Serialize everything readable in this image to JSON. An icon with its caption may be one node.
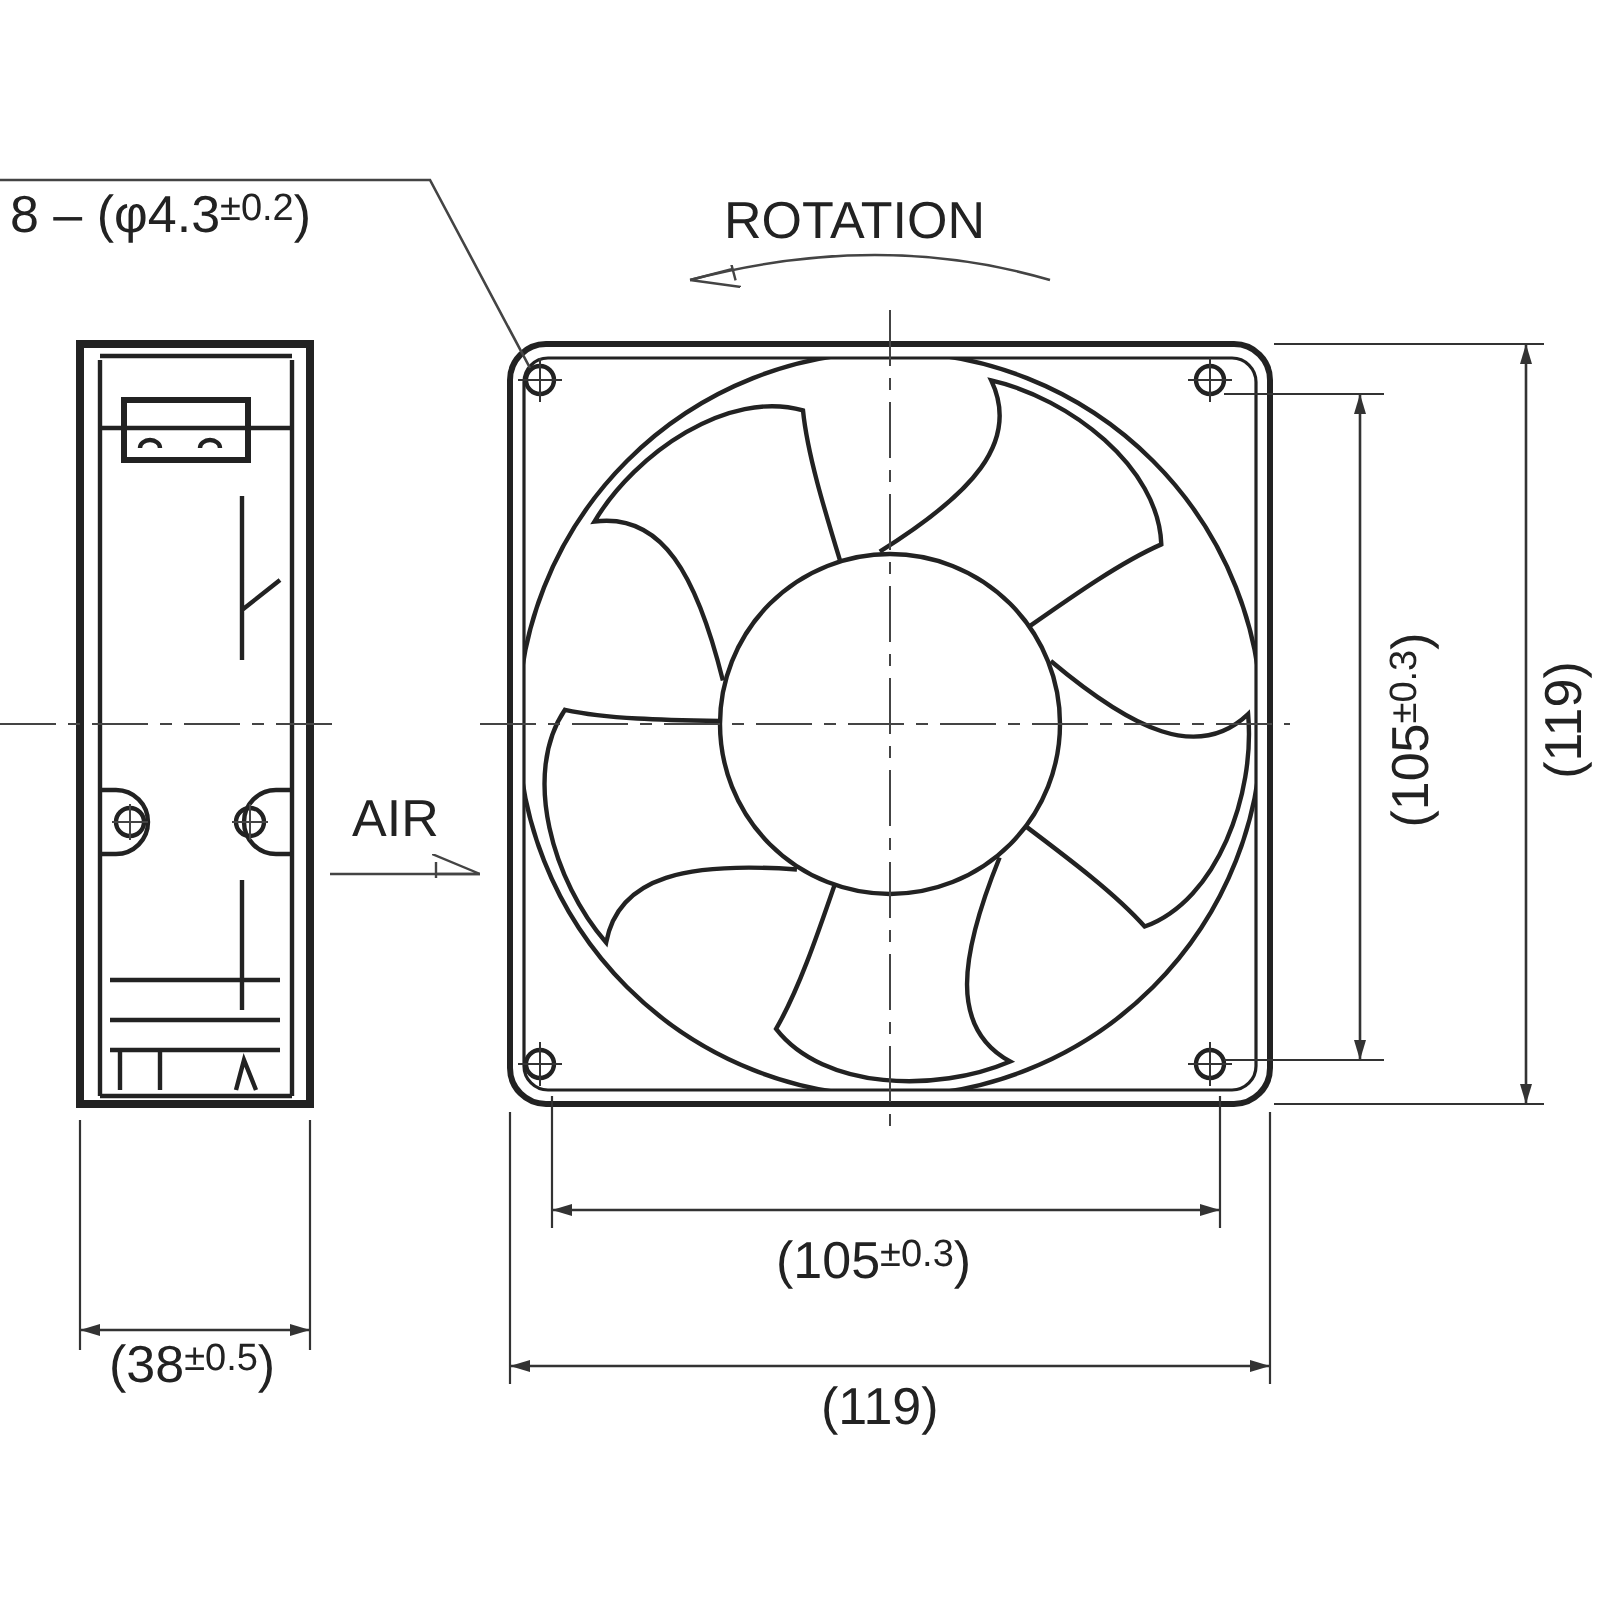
{
  "diagram": {
    "nodes": [
      {
        "text": [
          "8 – (φ4.3$^{±0.2}$)"
        ]
      },
      {
        "text": [],
        "shape": "circle"
      }
    ],
    "edges": [
      {
        "from": 0,
        "to": 1,
        "arrow": "none"
      }
    ],
    "labels": [
      "ROTATION",
      "AIR",
      "(105$^{±0.3}$)",
      "(119)",
      "(105$^{±0.3}$)",
      "(38$^{±0.5}$)",
      "(119)"
    ]
  }
}
